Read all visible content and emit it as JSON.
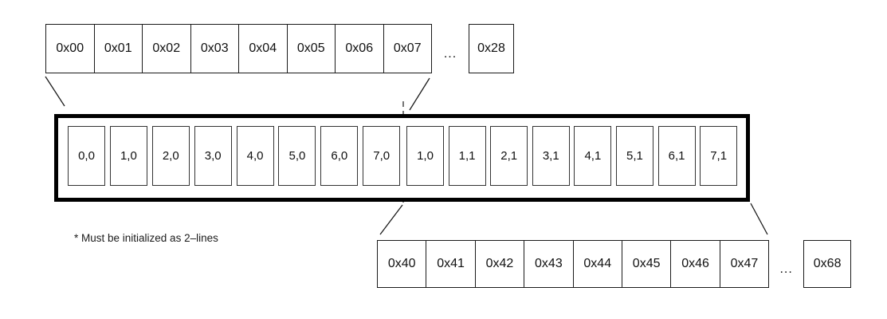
{
  "top_row": {
    "cells": [
      "0x00",
      "0x01",
      "0x02",
      "0x03",
      "0x04",
      "0x05",
      "0x06",
      "0x07"
    ],
    "ellipsis": "...",
    "last_cell": "0x28"
  },
  "buffer": {
    "cells": [
      "0,0",
      "1,0",
      "2,0",
      "3,0",
      "4,0",
      "5,0",
      "6,0",
      "7,0",
      "1,0",
      "1,1",
      "2,1",
      "3,1",
      "4,1",
      "5,1",
      "6,1",
      "7,1"
    ]
  },
  "bottom_row": {
    "cells": [
      "0x40",
      "0x41",
      "0x42",
      "0x43",
      "0x44",
      "0x45",
      "0x46",
      "0x47"
    ],
    "ellipsis": "...",
    "last_cell": "0x68"
  },
  "note": "* Must be initialized as 2–lines",
  "colors": {
    "line": "#1a1a1a",
    "box_border": "#000000",
    "cell_border": "#333333",
    "background": "#ffffff"
  }
}
